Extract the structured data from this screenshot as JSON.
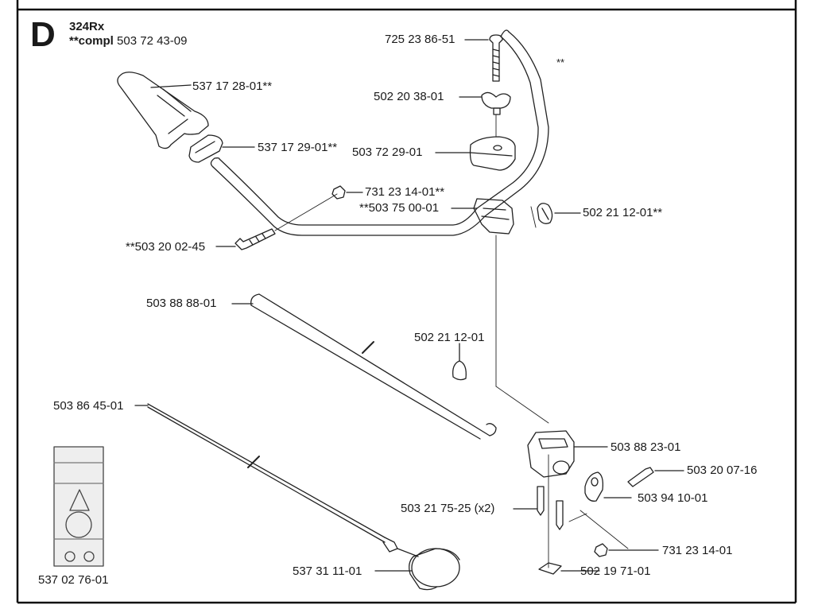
{
  "header": {
    "section_letter": "D",
    "model": "324Rx",
    "compl_prefix": "**compl",
    "compl_number": "503 72 43-09"
  },
  "parts": [
    {
      "name": "part-725-23-86-51",
      "label": "725 23 86-51"
    },
    {
      "name": "part-star-star",
      "label": "**"
    },
    {
      "name": "part-537-17-28-01",
      "label": "537 17 28-01**"
    },
    {
      "name": "part-502-20-38-01",
      "label": "502 20 38-01"
    },
    {
      "name": "part-537-17-29-01",
      "label": "537 17 29-01**"
    },
    {
      "name": "part-503-72-29-01",
      "label": "503 72 29-01"
    },
    {
      "name": "part-731-23-14-01-star",
      "label": "731 23 14-01**"
    },
    {
      "name": "part-503-75-00-01",
      "label": "**503 75 00-01"
    },
    {
      "name": "part-502-21-12-01-star",
      "label": "502 21 12-01**"
    },
    {
      "name": "part-503-20-02-45",
      "label": "**503 20 02-45"
    },
    {
      "name": "part-503-88-88-01",
      "label": "503 88 88-01"
    },
    {
      "name": "part-502-21-12-01",
      "label": "502 21 12-01"
    },
    {
      "name": "part-503-86-45-01",
      "label": "503 86 45-01"
    },
    {
      "name": "part-503-88-23-01",
      "label": "503 88 23-01"
    },
    {
      "name": "part-503-20-07-16",
      "label": "503 20 07-16"
    },
    {
      "name": "part-503-94-10-01",
      "label": "503 94 10-01"
    },
    {
      "name": "part-503-21-75-25",
      "label": "503 21 75-25 (x2)"
    },
    {
      "name": "part-731-23-14-01",
      "label": "731 23 14-01"
    },
    {
      "name": "part-537-31-11-01",
      "label": "537 31 11-01"
    },
    {
      "name": "part-502-19-71-01",
      "label": "502 19 71-01"
    },
    {
      "name": "part-537-02-76-01",
      "label": "537 02 76-01"
    }
  ]
}
